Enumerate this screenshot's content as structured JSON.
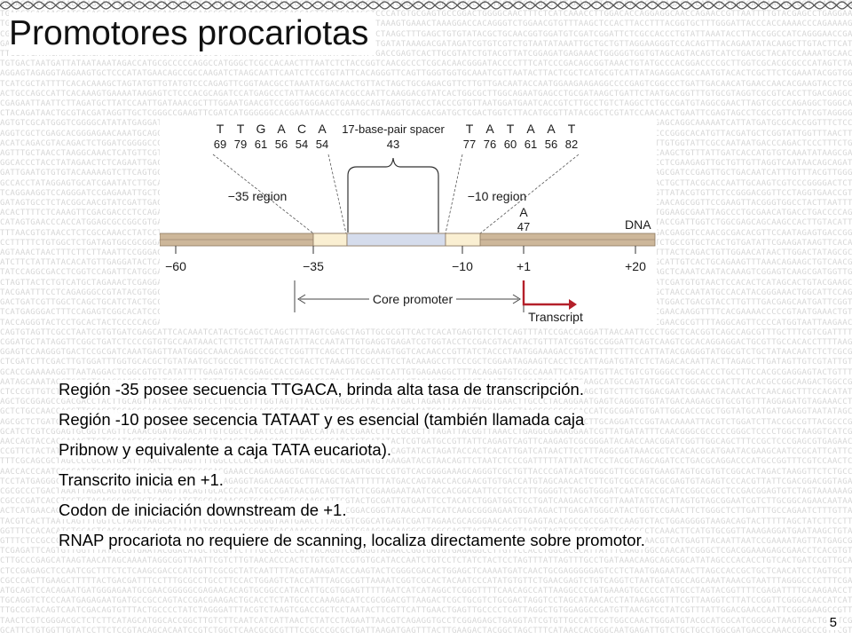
{
  "slide": {
    "title": "Promotores procariotas",
    "page_number": "5"
  },
  "figure": {
    "bases_35": [
      {
        "base": "T",
        "pct": "69"
      },
      {
        "base": "T",
        "pct": "79"
      },
      {
        "base": "G",
        "pct": "61"
      },
      {
        "base": "A",
        "pct": "56"
      },
      {
        "base": "C",
        "pct": "54"
      },
      {
        "base": "A",
        "pct": "54"
      }
    ],
    "spacer": {
      "label": "17-base-pair spacer",
      "value": "43"
    },
    "bases_10": [
      {
        "base": "T",
        "pct": "77"
      },
      {
        "base": "A",
        "pct": "76"
      },
      {
        "base": "T",
        "pct": "60"
      },
      {
        "base": "A",
        "pct": "61"
      },
      {
        "base": "A",
        "pct": "56"
      },
      {
        "base": "T",
        "pct": "82"
      }
    ],
    "region_35_label": "−35 region",
    "region_10_label": "−10 region",
    "start_base": {
      "base": "A",
      "pct": "47"
    },
    "dna_label": "DNA",
    "ticks": [
      "−60",
      "−35",
      "−10",
      "+1",
      "+20"
    ],
    "core_promoter_label": "Core promoter",
    "transcript_label": "Transcript",
    "colors": {
      "dna_strand": "#cdb79a",
      "dna_edge": "#8c7760",
      "box_35": "#faefd2",
      "spacer_box": "#d5dcec",
      "box_10": "#faefd2",
      "transcript_arrow": "#b4202a"
    }
  },
  "bullets": [
    "Región -35 posee secuencia TTGACA, brinda alta tasa de transcripción.",
    "Región -10 posee secencia TATAAT y es esencial (también llamada caja",
    "Pribnow y equivalente a caja TATA eucariota).",
    "Transcrito inicia en +1.",
    "Codon de iniciación downstream de +1.",
    "RNAP procariota no requiere de scanning, localiza directamente sobre promotor."
  ]
}
